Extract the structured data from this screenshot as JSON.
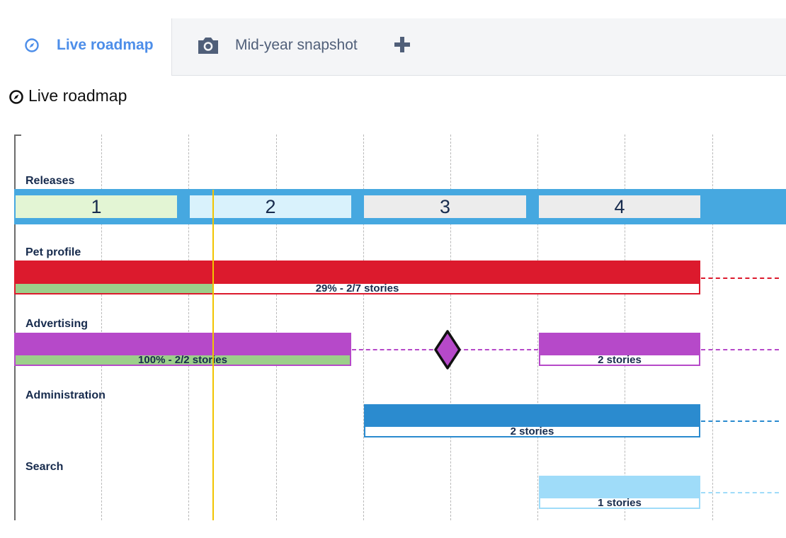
{
  "tabs": [
    {
      "label": "Live roadmap",
      "icon": "compass-icon",
      "active": true
    },
    {
      "label": "Mid-year snapshot",
      "icon": "camera-icon",
      "active": false
    }
  ],
  "add_tab_icon": "plus-icon",
  "page": {
    "title": "Live roadmap",
    "icon": "compass-icon"
  },
  "colors": {
    "accent": "#4d8ee9",
    "release_band": "#46a8e0",
    "today": "#f2c400",
    "pet_profile": "#dc1a2d",
    "advertising": "#b649c9",
    "administration": "#2b8bcf",
    "search": "#9fdcf9",
    "progress_fill": "#9ccf8a"
  },
  "roadmap": {
    "releases_label": "Releases",
    "releases": [
      "1",
      "2",
      "3",
      "4"
    ],
    "release_colors": [
      "#e3f5d4",
      "#d9f2fc",
      "#ececec",
      "#ececec"
    ],
    "rows": [
      {
        "label": "Pet profile",
        "progress_text": "29% - 2/7 stories",
        "progress": 0.29
      },
      {
        "label": "Advertising",
        "progress_text": "100% - 2/2 stories",
        "progress": 1.0,
        "second_progress_text": "2 stories"
      },
      {
        "label": "Administration",
        "progress_text": "2 stories"
      },
      {
        "label": "Search",
        "progress_text": "1 stories"
      }
    ]
  }
}
